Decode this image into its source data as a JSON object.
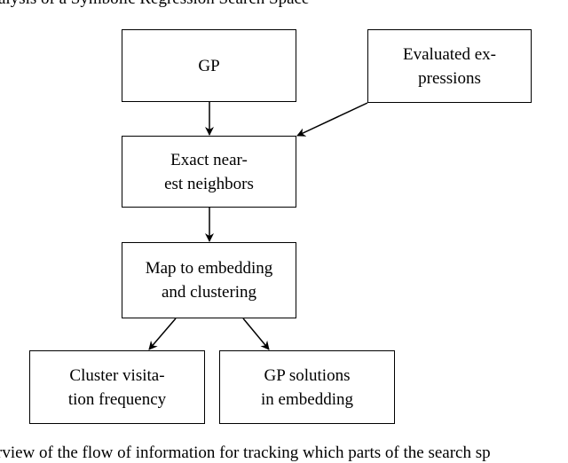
{
  "header_text": "alysis of a Symbolic Regression Search Space",
  "nodes": {
    "gp": [
      "GP"
    ],
    "evaluated": [
      "Evaluated ex-",
      "pressions"
    ],
    "nn": [
      "Exact near-",
      "est neighbors"
    ],
    "map": [
      "Map to embedding",
      "and clustering"
    ],
    "cluster": [
      "Cluster visita-",
      "tion frequency"
    ],
    "solutions": [
      "GP solutions",
      "in embedding"
    ]
  },
  "caption_text": "rview of the flow of information for tracking which parts of the search sp"
}
